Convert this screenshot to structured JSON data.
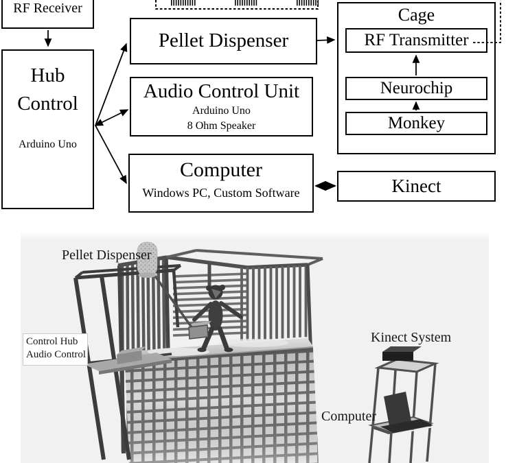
{
  "diagram": {
    "rf_receiver": {
      "label": "RF Receiver"
    },
    "hub_control": {
      "title_line1": "Hub",
      "title_line2": "Control",
      "subtitle": "Arduino Uno"
    },
    "pellet_dispenser": {
      "label": "Pellet Dispenser"
    },
    "audio_control_unit": {
      "label": "Audio Control Unit",
      "subtitle1": "Arduino Uno",
      "subtitle2": "8 Ohm Speaker"
    },
    "computer": {
      "label": "Computer",
      "subtitle": "Windows PC, Custom Software"
    },
    "cage": {
      "label": "Cage",
      "rf_transmitter": {
        "label": "RF Transmitter"
      },
      "neurochip": {
        "label": "Neurochip"
      },
      "monkey": {
        "label": "Monkey"
      }
    },
    "kinect": {
      "label": "Kinect"
    }
  },
  "scene": {
    "labels": {
      "pellet_dispenser": "Pellet Dispenser",
      "control_hub_line1": "Control Hub",
      "control_hub_line2": "Audio Control",
      "kinect_system": "Kinect System",
      "computer": "Computer"
    }
  },
  "colors": {
    "line": "#000000",
    "background": "#ffffff",
    "scene_background": "#f1f1f1",
    "bar_dark": "#4a4a4a",
    "bar_mid": "#6b6b6b",
    "platform": "#cdcdcd",
    "figure_dark": "#3d3d3d"
  }
}
